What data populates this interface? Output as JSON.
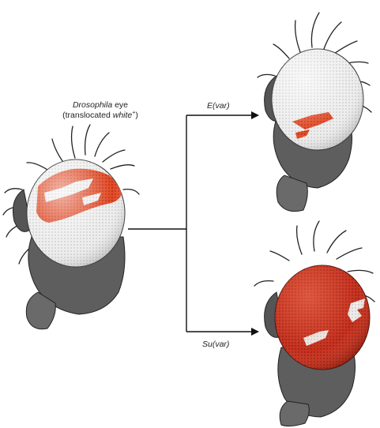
{
  "figure": {
    "subject_italic": "Drosophila",
    "subject_rest": " eye",
    "paren_open": "(translocated ",
    "gene": "white",
    "allele_sup": "+",
    "paren_close": ")"
  },
  "branches": {
    "enhancer": {
      "label": "E(var)"
    },
    "suppressor": {
      "label": "Su(var)"
    }
  },
  "colors": {
    "pigment": "#e8471c",
    "pigment_dark": "#b9281a",
    "eye_white": "#ececec",
    "head": "#5a5a5a",
    "line": "#111111"
  }
}
